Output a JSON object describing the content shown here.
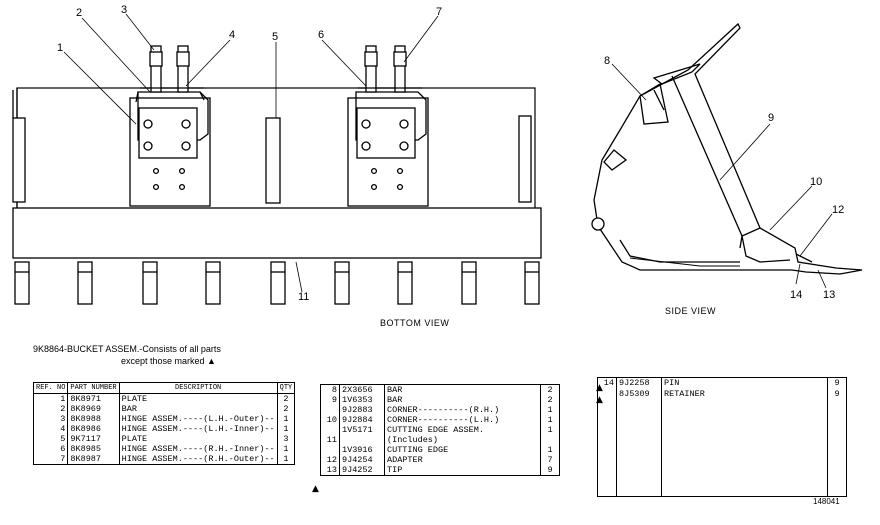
{
  "views": {
    "bottom_view_caption": "BOTTOM VIEW",
    "side_view_caption": "SIDE VIEW"
  },
  "callouts": {
    "bottom": [
      "1",
      "2",
      "3",
      "4",
      "5",
      "6",
      "7",
      "11"
    ],
    "side": [
      "8",
      "9",
      "10",
      "12",
      "13",
      "14"
    ]
  },
  "assembly_note": {
    "line1": "9K8864-BUCKET ASSEM.-Consists of all parts",
    "line2": "except those marked ▲"
  },
  "table_headers": {
    "ref": "REF. NO",
    "part": "PART NUMBER",
    "desc": "DESCRIPTION",
    "qty": "QTY"
  },
  "table1_rows": [
    {
      "ref": "1",
      "part": "8K8971",
      "desc": "PLATE",
      "qty": "2"
    },
    {
      "ref": "2",
      "part": "8K8969",
      "desc": "BAR",
      "qty": "2"
    },
    {
      "ref": "3",
      "part": "8K8988",
      "desc": "HINGE ASSEM.----(L.H.-Outer)--",
      "qty": "1"
    },
    {
      "ref": "4",
      "part": "8K8986",
      "desc": "HINGE ASSEM.----(L.H.-Inner)--",
      "qty": "1"
    },
    {
      "ref": "5",
      "part": "9K7117",
      "desc": "PLATE",
      "qty": "3"
    },
    {
      "ref": "6",
      "part": "8K8985",
      "desc": "HINGE ASSEM.----(R.H.-Inner)--",
      "qty": "1"
    },
    {
      "ref": "7",
      "part": "8K8987",
      "desc": "HINGE ASSEM.----(R.H.-Outer)--",
      "qty": "1"
    }
  ],
  "table2_rows": [
    {
      "ref": "8",
      "part": "2X3656",
      "desc": "BAR",
      "qty": "2"
    },
    {
      "ref": "9",
      "part": "1V6353",
      "desc": "BAR",
      "qty": "2"
    },
    {
      "ref": "",
      "part": "9J2883",
      "desc": "CORNER----------(R.H.)",
      "qty": "1"
    },
    {
      "ref": "10",
      "part": "9J2884",
      "desc": "CORNER----------(L.H.)",
      "qty": "1"
    },
    {
      "ref": "",
      "part": "1V5171",
      "desc": "CUTTING EDGE ASSEM.",
      "qty": "1"
    },
    {
      "ref": "11",
      "part": "",
      "desc": "    (Includes)",
      "qty": ""
    },
    {
      "ref": "",
      "part": "1V3916",
      "desc": "    CUTTING EDGE",
      "qty": "1"
    },
    {
      "ref": "12",
      "part": "9J4254",
      "desc": "    ADAPTER",
      "qty": "7"
    },
    {
      "ref": "13",
      "part": "9J4252",
      "desc": "TIP",
      "qty": "9"
    }
  ],
  "table3_rows": [
    {
      "ref": "14",
      "part": "9J2258",
      "desc": "PIN",
      "qty": "9"
    },
    {
      "ref": "",
      "part": "8J5309",
      "desc": "RETAINER",
      "qty": "9"
    }
  ],
  "marker": "▲",
  "doc_number": "148041"
}
